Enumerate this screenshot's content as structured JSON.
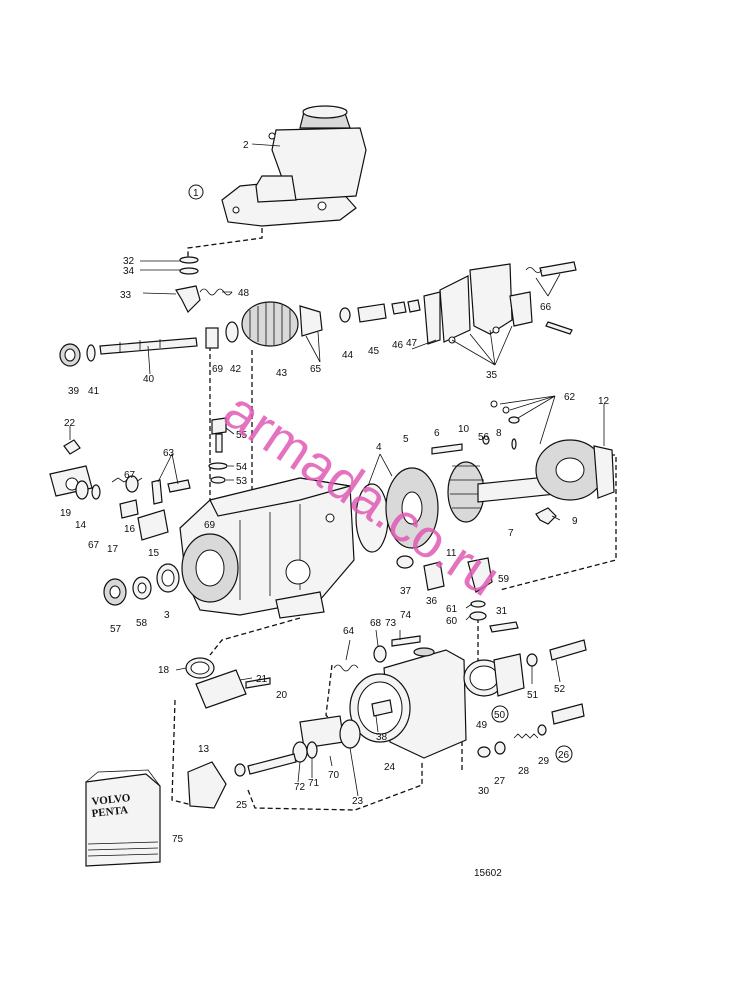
{
  "callouts": [
    {
      "id": "c1",
      "label": "1",
      "circled": true
    },
    {
      "id": "c2",
      "label": "2"
    },
    {
      "id": "c3",
      "label": "3"
    },
    {
      "id": "c4",
      "label": "4"
    },
    {
      "id": "c5",
      "label": "5"
    },
    {
      "id": "c6",
      "label": "6"
    },
    {
      "id": "c7",
      "label": "7"
    },
    {
      "id": "c8",
      "label": "8"
    },
    {
      "id": "c9",
      "label": "9"
    },
    {
      "id": "c10",
      "label": "10"
    },
    {
      "id": "c11",
      "label": "11"
    },
    {
      "id": "c12",
      "label": "12"
    },
    {
      "id": "c13",
      "label": "13"
    },
    {
      "id": "c14",
      "label": "14"
    },
    {
      "id": "c15",
      "label": "15"
    },
    {
      "id": "c16",
      "label": "16"
    },
    {
      "id": "c17",
      "label": "17"
    },
    {
      "id": "c18",
      "label": "18"
    },
    {
      "id": "c19",
      "label": "19"
    },
    {
      "id": "c20",
      "label": "20"
    },
    {
      "id": "c21",
      "label": "21"
    },
    {
      "id": "c22",
      "label": "22"
    },
    {
      "id": "c23",
      "label": "23"
    },
    {
      "id": "c24",
      "label": "24"
    },
    {
      "id": "c25",
      "label": "25"
    },
    {
      "id": "c26",
      "label": "26",
      "circled": true
    },
    {
      "id": "c27",
      "label": "27"
    },
    {
      "id": "c28",
      "label": "28"
    },
    {
      "id": "c29",
      "label": "29"
    },
    {
      "id": "c30",
      "label": "30"
    },
    {
      "id": "c31",
      "label": "31"
    },
    {
      "id": "c32",
      "label": "32"
    },
    {
      "id": "c33",
      "label": "33"
    },
    {
      "id": "c34",
      "label": "34"
    },
    {
      "id": "c35",
      "label": "35"
    },
    {
      "id": "c36",
      "label": "36"
    },
    {
      "id": "c37",
      "label": "37"
    },
    {
      "id": "c38",
      "label": "38"
    },
    {
      "id": "c39",
      "label": "39"
    },
    {
      "id": "c40",
      "label": "40"
    },
    {
      "id": "c41",
      "label": "41"
    },
    {
      "id": "c42",
      "label": "42"
    },
    {
      "id": "c43",
      "label": "43"
    },
    {
      "id": "c44",
      "label": "44"
    },
    {
      "id": "c45",
      "label": "45"
    },
    {
      "id": "c46",
      "label": "46"
    },
    {
      "id": "c47",
      "label": "47"
    },
    {
      "id": "c48",
      "label": "48"
    },
    {
      "id": "c49",
      "label": "49"
    },
    {
      "id": "c50",
      "label": "50",
      "circled": true
    },
    {
      "id": "c51",
      "label": "51"
    },
    {
      "id": "c52",
      "label": "52"
    },
    {
      "id": "c53",
      "label": "53"
    },
    {
      "id": "c54",
      "label": "54"
    },
    {
      "id": "c55",
      "label": "55"
    },
    {
      "id": "c56",
      "label": "56"
    },
    {
      "id": "c57",
      "label": "57"
    },
    {
      "id": "c58",
      "label": "58"
    },
    {
      "id": "c59",
      "label": "59"
    },
    {
      "id": "c60",
      "label": "60"
    },
    {
      "id": "c61",
      "label": "61"
    },
    {
      "id": "c62",
      "label": "62"
    },
    {
      "id": "c63",
      "label": "63"
    },
    {
      "id": "c64",
      "label": "64"
    },
    {
      "id": "c65",
      "label": "65"
    },
    {
      "id": "c66",
      "label": "66"
    },
    {
      "id": "c67a",
      "label": "67"
    },
    {
      "id": "c67b",
      "label": "67"
    },
    {
      "id": "c68",
      "label": "68"
    },
    {
      "id": "c69a",
      "label": "69"
    },
    {
      "id": "c69b",
      "label": "69"
    },
    {
      "id": "c70",
      "label": "70"
    },
    {
      "id": "c71",
      "label": "71"
    },
    {
      "id": "c72",
      "label": "72"
    },
    {
      "id": "c73",
      "label": "73"
    },
    {
      "id": "c74",
      "label": "74"
    },
    {
      "id": "c75",
      "label": "75"
    }
  ],
  "manual": {
    "line1": "VOLVO",
    "line2": "PENTA"
  },
  "drawing_number": "15602",
  "watermark": "armada.co.ru"
}
